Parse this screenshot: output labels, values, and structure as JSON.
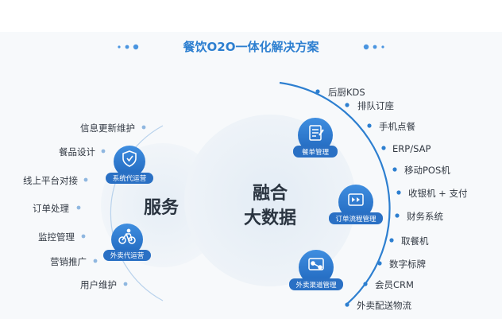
{
  "header": {
    "title": "餐饮O2O一体化解决方案"
  },
  "colors": {
    "accent": "#2d7fd0",
    "dot": "#4a95e0",
    "text": "#333a44"
  },
  "center": {
    "left": {
      "title": "服务"
    },
    "right": {
      "line1": "融合",
      "line2": "大数据"
    }
  },
  "nodes": [
    {
      "label": "系统代运营",
      "icon": "shield-icon"
    },
    {
      "label": "外卖代运营",
      "icon": "bicycle-icon"
    },
    {
      "label": "餐单管理",
      "icon": "menu-document-icon"
    },
    {
      "label": "订单流程管理",
      "icon": "order-flow-icon"
    },
    {
      "label": "外卖渠道管理",
      "icon": "channel-network-icon"
    }
  ],
  "left_items": [
    "信息更新维护",
    "餐品设计",
    "线上平台对接",
    "订单处理",
    "监控管理",
    "营销推广",
    "用户维护"
  ],
  "right_items": [
    "后厨KDS",
    "排队订座",
    "手机点餐",
    "ERP/SAP",
    "移动POS机",
    "收银机 + 支付",
    "财务系统",
    "取餐机",
    "数字标牌",
    "会员CRM",
    "外卖配送物流"
  ]
}
